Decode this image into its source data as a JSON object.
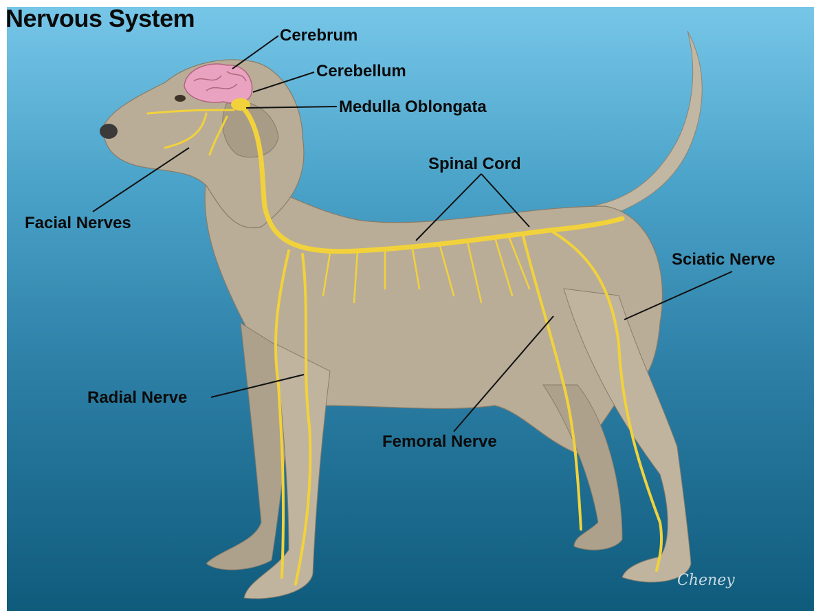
{
  "title": "Nervous System",
  "labels": {
    "cerebrum": "Cerebrum",
    "cerebellum": "Cerebellum",
    "medulla": "Medulla Oblongata",
    "spinal_cord": "Spinal Cord",
    "facial_nerves": "Facial Nerves",
    "sciatic_nerve": "Sciatic Nerve",
    "radial_nerve": "Radial Nerve",
    "femoral_nerve": "Femoral Nerve"
  },
  "signature": "Cheney",
  "colors": {
    "background_top": "#76c6e8",
    "background_bottom": "#0f5b7c",
    "dog_body": "#b9ad98",
    "nerve": "#f2d23a",
    "brain": "#e9a3c0",
    "label_text": "#0b0b0b"
  }
}
